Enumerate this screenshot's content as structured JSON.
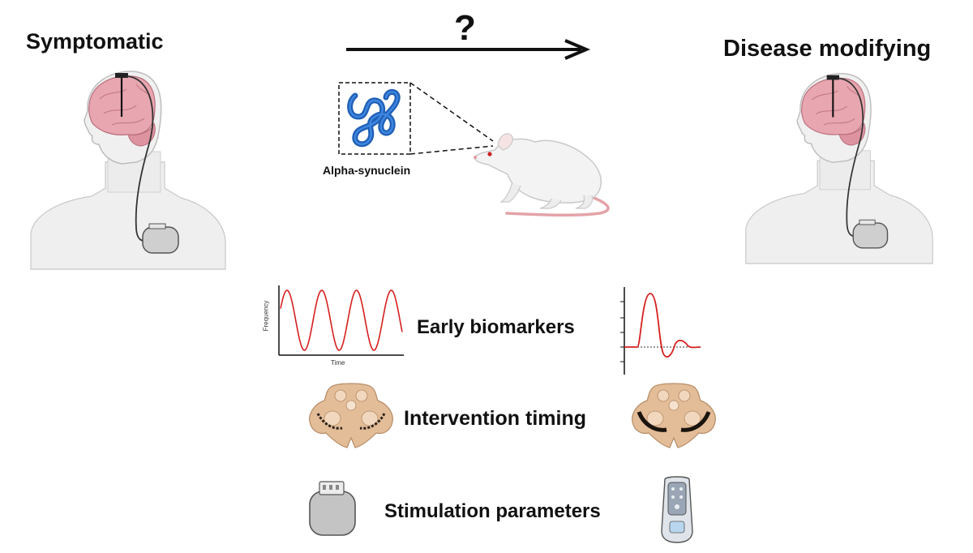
{
  "labels": {
    "left_title": "Symptomatic",
    "right_title": "Disease modifying",
    "question": "?",
    "protein_label": "Alpha-synuclein",
    "row1": "Early biomarkers",
    "row2": "Intervention timing",
    "row3": "Stimulation parameters",
    "plot_xlabel": "Time",
    "plot_ylabel": "Frequency"
  },
  "icons": {
    "left_figure": "patient-with-dbs-implant-icon",
    "right_figure": "patient-with-dbs-implant-icon",
    "protein": "alpha-synuclein-protein-icon",
    "animal": "rat-icon",
    "oscillation_plot": "sine-oscillation-plot-icon",
    "evoked_plot": "evoked-response-waveform-icon",
    "brainstem_left": "brainstem-section-icon",
    "brainstem_right": "brainstem-section-icon",
    "pulse_generator": "implantable-pulse-generator-icon",
    "programmer": "patient-programmer-remote-icon"
  },
  "colors": {
    "brain": "#e8a6b0",
    "skin": "#efefef",
    "protein": "#1f5fb5",
    "signal": "#d62020",
    "tissue": "#e3bc98",
    "device": "#bdbdbd"
  }
}
